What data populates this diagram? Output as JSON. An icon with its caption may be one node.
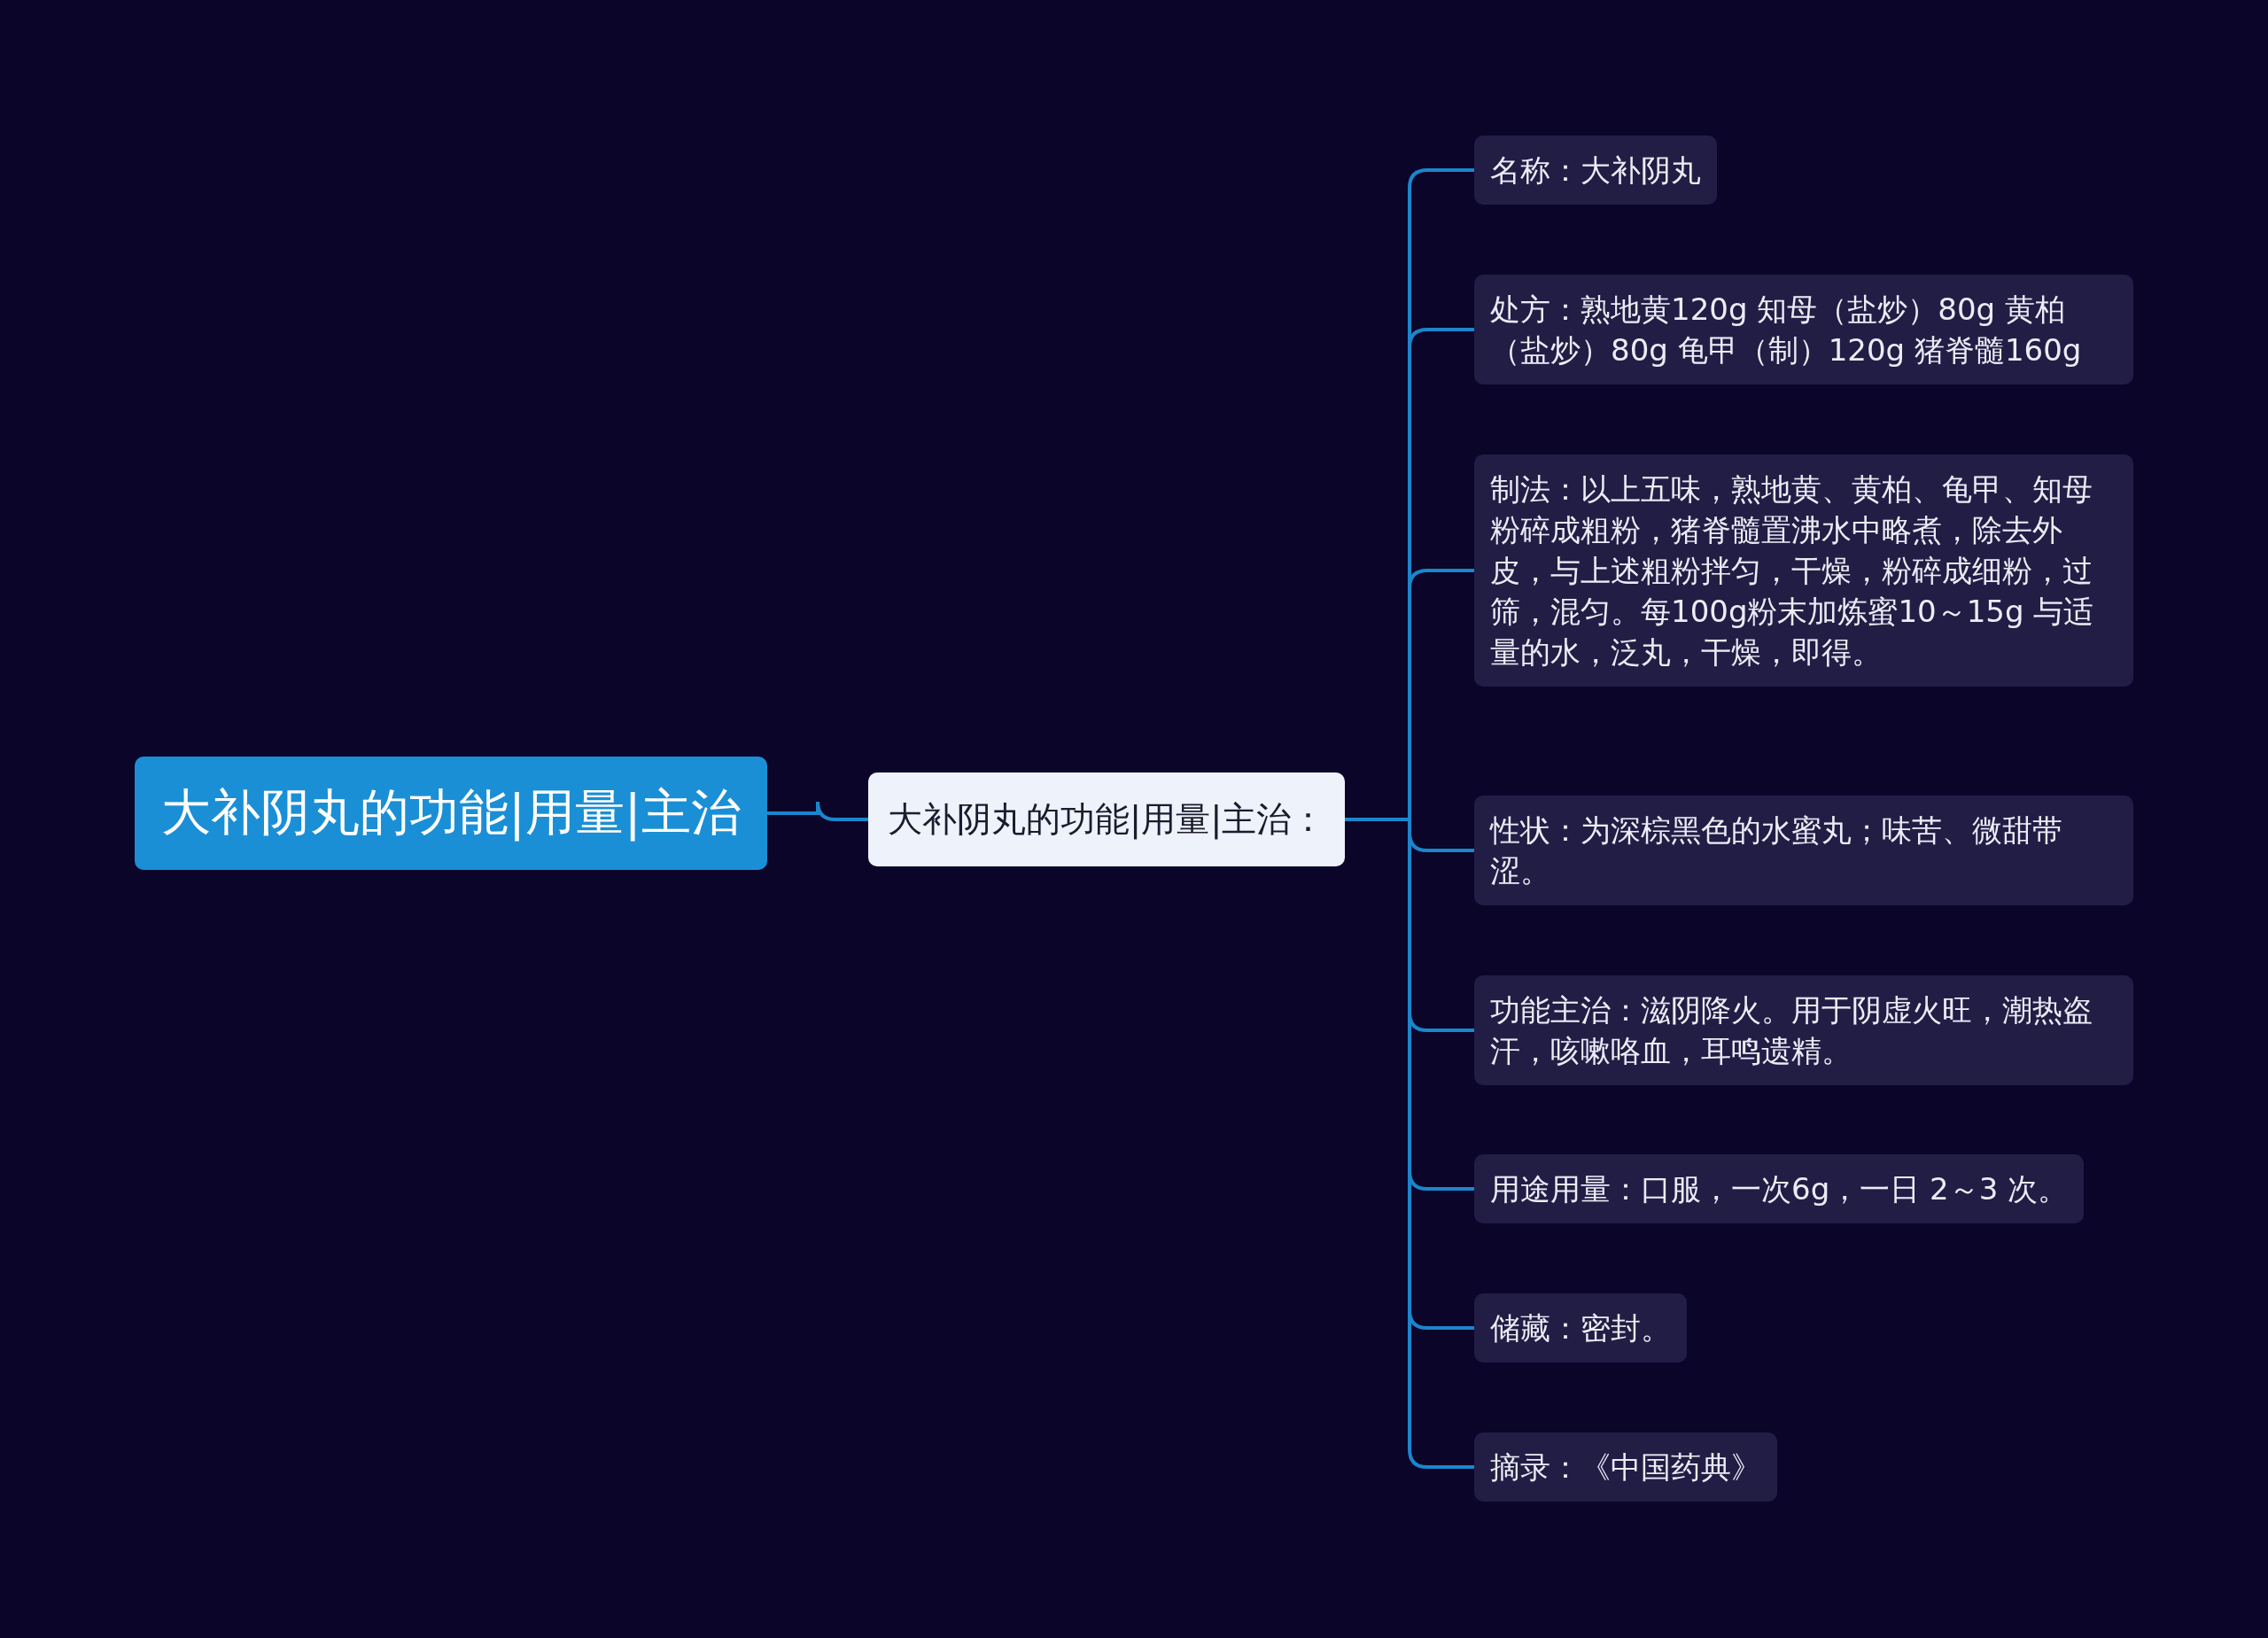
{
  "diagram": {
    "nodes": [
      {
        "text": [
          "大补阴丸的功能|用量|主治"
        ]
      },
      {
        "text": [
          "大补阴丸的功能|用量|主治："
        ]
      },
      {
        "text": [
          "名称：大补阴丸"
        ]
      },
      {
        "text": [
          "处方：熟地黄120g 知母（盐炒）80g 黄柏（盐炒）80g 龟甲（制）120g 猪脊髓160g"
        ]
      },
      {
        "text": [
          "制法：以上五味，熟地黄、黄柏、龟甲、知母粉碎成粗粉，猪脊髓置沸水中略煮，除去外皮，与上述粗粉拌匀，干燥，粉碎成细粉，过筛，混匀。每100g粉末加炼蜜10～15g 与适量的水，泛丸，干燥，即得。"
        ]
      },
      {
        "text": [
          "性状：为深棕黑色的水蜜丸；味苦、微甜带涩。"
        ]
      },
      {
        "text": [
          "功能主治：滋阴降火。用于阴虚火旺，潮热盗汗，咳嗽咯血，耳鸣遗精。"
        ]
      },
      {
        "text": [
          "用途用量：口服，一次6g，一日 2～3 次。"
        ]
      },
      {
        "text": [
          "储藏：密封。"
        ]
      },
      {
        "text": [
          "摘录：《中国药典》"
        ]
      }
    ],
    "edges": [
      {
        "from": 0,
        "to": 1,
        "arrow": "none"
      },
      {
        "from": 1,
        "to": 2,
        "arrow": "none"
      },
      {
        "from": 1,
        "to": 3,
        "arrow": "none"
      },
      {
        "from": 1,
        "to": 4,
        "arrow": "none"
      },
      {
        "from": 1,
        "to": 5,
        "arrow": "none"
      },
      {
        "from": 1,
        "to": 6,
        "arrow": "none"
      },
      {
        "from": 1,
        "to": 7,
        "arrow": "none"
      },
      {
        "from": 1,
        "to": 8,
        "arrow": "none"
      },
      {
        "from": 1,
        "to": 9,
        "arrow": "none"
      }
    ]
  }
}
